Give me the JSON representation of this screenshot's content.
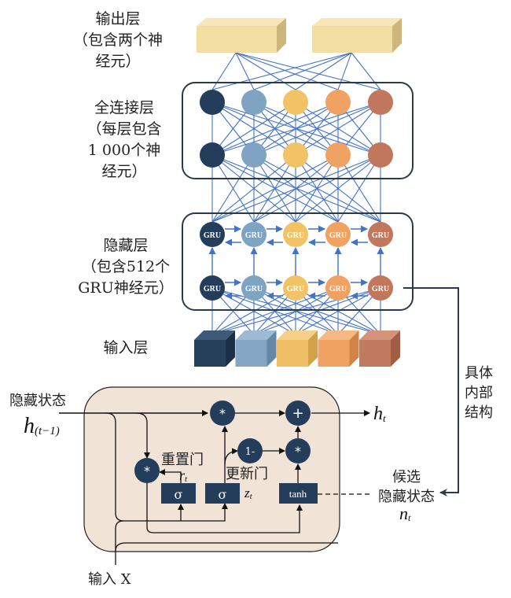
{
  "layers": {
    "output": {
      "label_lines": [
        "输出层",
        "（包含两个神",
        "经元）"
      ],
      "color": "#f2dea3",
      "side_color": "#cdb57b",
      "top_color": "#f6e6b8",
      "count": 2
    },
    "dense": {
      "label_lines": [
        "全连接层",
        "（每层包含",
        "1 000个神",
        "经元）"
      ],
      "rows": 2,
      "node_colors": [
        "#233d5a",
        "#7fa3c2",
        "#f1c266",
        "#f0a262",
        "#c0775c"
      ]
    },
    "hidden": {
      "label_lines": [
        "隐藏层",
        "（包含512个",
        "GRU神经元）"
      ],
      "rows": 2,
      "node_text": "GRU",
      "node_colors": [
        "#233d5a",
        "#7fa3c2",
        "#f1c266",
        "#f0a262",
        "#c0775c"
      ]
    },
    "input": {
      "label_lines": [
        "输入层"
      ],
      "cube_colors": [
        {
          "front": "#263f5b",
          "top": "#3f5a78",
          "side": "#1b3047"
        },
        {
          "front": "#82a6c4",
          "top": "#9ebad3",
          "side": "#6488a7"
        },
        {
          "front": "#f1c066",
          "top": "#f5d08a",
          "side": "#d2a24a"
        },
        {
          "front": "#f0a262",
          "top": "#f4b985",
          "side": "#d08447"
        },
        {
          "front": "#c27a5f",
          "top": "#d4947b",
          "side": "#a25e45"
        }
      ]
    }
  },
  "connection_color": "#4472c4",
  "box_border_color": "#2b3a4a",
  "side_annotation": [
    "具体",
    "内部",
    "结构"
  ],
  "gru_cell": {
    "background": "#f1e4d6",
    "node_color": "#233d5a",
    "hidden_in_label": "隐藏状态",
    "hidden_in_symbol": "h",
    "hidden_in_subscript": "(t−1)",
    "output_symbol": "h",
    "output_subscript": "t",
    "reset_gate_label": "重置门",
    "reset_symbol": "r",
    "reset_subscript": "t",
    "update_gate_label": "更新门",
    "update_symbol": "z",
    "update_subscript": "t",
    "candidate_label_lines": [
      "候选",
      "隐藏状态"
    ],
    "candidate_symbol": "n",
    "candidate_subscript": "t",
    "input_label": "输入 X",
    "sigma": "σ",
    "tanh": "tanh",
    "mult": "*",
    "plus": "+",
    "one_minus": "1-"
  }
}
